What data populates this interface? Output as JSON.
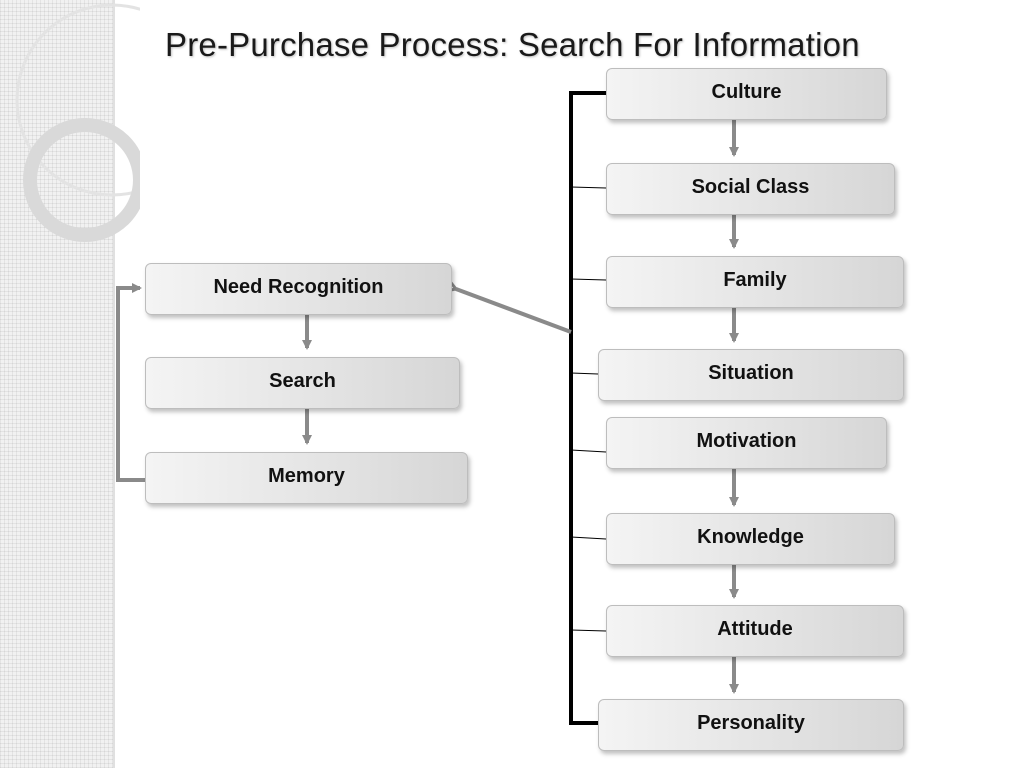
{
  "slide": {
    "title": "Pre-Purchase Process: Search For Information"
  },
  "process": {
    "steps": [
      "Need Recognition",
      "Search",
      "Memory"
    ]
  },
  "influences": {
    "items": [
      "Culture",
      "Social Class",
      "Family",
      "Situation",
      "Motivation",
      "Knowledge",
      "Attitude",
      "Personality"
    ]
  },
  "colors": {
    "arrow": "#8a8a8a",
    "bracket": "#000000",
    "box_fill": "#e4e4e4"
  }
}
